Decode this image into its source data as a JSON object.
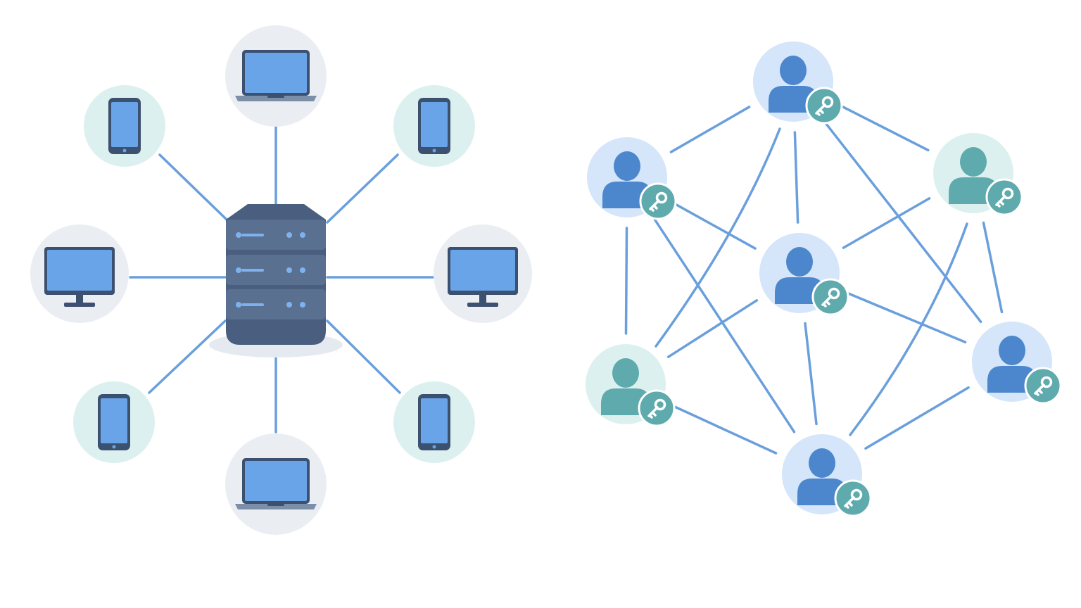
{
  "colors": {
    "background": "#ffffff",
    "edge": "#6a9fdd",
    "server_body": "#4a5f80",
    "server_panel": "#5a7090",
    "server_led": "#7eb2ee",
    "server_shadow": "#e5eaf1",
    "screen": "#6aa4e8",
    "device_frame": "#3c5070",
    "laptop_base": "#7c8fa8",
    "circle_gray": "#eaeef3",
    "circle_mint": "#dcf1ef",
    "circle_blue": "#d5e5fa",
    "person_blue": "#4c86cc",
    "person_teal": "#5eaaac",
    "key_badge": "#5eaaac",
    "key_glyph": "#ffffff"
  },
  "centralized_network": {
    "server": {
      "icon": "server-rack-icon"
    },
    "devices": [
      {
        "id": "laptop-top",
        "icon": "laptop-icon",
        "tint": "gray"
      },
      {
        "id": "phone-top-left",
        "icon": "smartphone-icon",
        "tint": "mint"
      },
      {
        "id": "phone-top-right",
        "icon": "smartphone-icon",
        "tint": "mint"
      },
      {
        "id": "monitor-left",
        "icon": "monitor-icon",
        "tint": "gray"
      },
      {
        "id": "monitor-right",
        "icon": "monitor-icon",
        "tint": "gray"
      },
      {
        "id": "phone-bottom-left",
        "icon": "smartphone-icon",
        "tint": "mint"
      },
      {
        "id": "phone-bottom-right",
        "icon": "smartphone-icon",
        "tint": "mint"
      },
      {
        "id": "laptop-bottom",
        "icon": "laptop-icon",
        "tint": "gray"
      }
    ]
  },
  "peer_network": {
    "peers": [
      {
        "id": "top",
        "icon": "user-icon",
        "badge": "key-icon",
        "tint": "blue"
      },
      {
        "id": "upper-left",
        "icon": "user-icon",
        "badge": "key-icon",
        "tint": "blue"
      },
      {
        "id": "upper-right",
        "icon": "user-icon",
        "badge": "key-icon",
        "tint": "teal"
      },
      {
        "id": "center",
        "icon": "user-icon",
        "badge": "key-icon",
        "tint": "blue"
      },
      {
        "id": "lower-left",
        "icon": "user-icon",
        "badge": "key-icon",
        "tint": "teal"
      },
      {
        "id": "lower-right",
        "icon": "user-icon",
        "badge": "key-icon",
        "tint": "blue"
      },
      {
        "id": "bottom",
        "icon": "user-icon",
        "badge": "key-icon",
        "tint": "blue"
      }
    ],
    "links": [
      [
        "top",
        "upper-left"
      ],
      [
        "top",
        "upper-right"
      ],
      [
        "top",
        "center"
      ],
      [
        "top",
        "lower-left"
      ],
      [
        "top",
        "lower-right"
      ],
      [
        "upper-left",
        "center"
      ],
      [
        "upper-left",
        "lower-left"
      ],
      [
        "upper-left",
        "bottom"
      ],
      [
        "upper-right",
        "center"
      ],
      [
        "upper-right",
        "lower-right"
      ],
      [
        "upper-right",
        "bottom"
      ],
      [
        "center",
        "lower-left"
      ],
      [
        "center",
        "bottom"
      ],
      [
        "center",
        "lower-right"
      ],
      [
        "lower-left",
        "bottom"
      ],
      [
        "lower-right",
        "bottom"
      ]
    ]
  }
}
